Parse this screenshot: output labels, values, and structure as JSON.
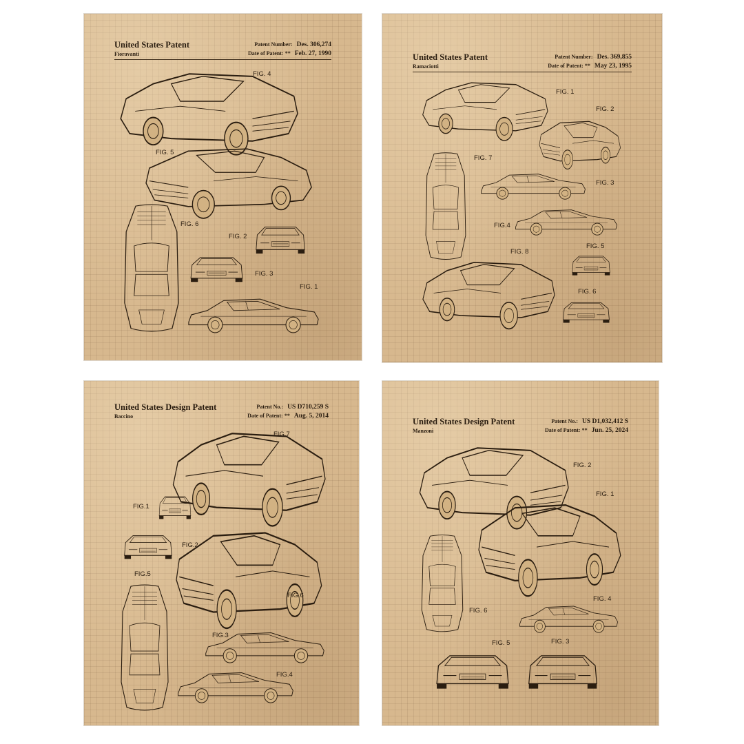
{
  "posters": [
    {
      "title": "United States Patent",
      "inventor": "Fioravanti",
      "number_label": "Patent Number:",
      "number": "Des. 306,274",
      "date_label": "Date of Patent:",
      "date_marker": "**",
      "date": "Feb. 27, 1990",
      "figs": [
        "FIG. 4",
        "FIG. 5",
        "FIG. 6",
        "FIG. 2",
        "FIG. 3",
        "FIG. 1"
      ]
    },
    {
      "title": "United States Patent",
      "inventor": "Ramaciotti",
      "number_label": "Patent Number:",
      "number": "Des. 369,855",
      "date_label": "Date of Patent:",
      "date_marker": "**",
      "date": "May 23, 1995",
      "figs": [
        "FIG. 1",
        "FIG. 2",
        "FIG. 7",
        "FIG. 3",
        "FIG.4",
        "FIG. 8",
        "FIG. 5",
        "FIG. 6"
      ]
    },
    {
      "title": "United States Design Patent",
      "inventor": "Baccino",
      "number_label": "Patent No.:",
      "number": "US D710,259 S",
      "date_label": "Date of Patent:",
      "date_marker": "**",
      "date": "Aug. 5, 2014",
      "figs": [
        "FIG.7",
        "FIG.1",
        "FIG.2",
        "FIG.5",
        "FIG.6",
        "FIG.3",
        "FIG.4"
      ]
    },
    {
      "title": "United States Design Patent",
      "inventor": "Manzoni",
      "number_label": "Patent No.:",
      "number": "US D1,032,412 S",
      "date_label": "Date of Patent:",
      "date_marker": "**",
      "date": "Jun. 25, 2024",
      "figs": [
        "FIG. 2",
        "FIG. 1",
        "FIG. 6",
        "FIG. 4",
        "FIG. 5",
        "FIG. 3"
      ]
    }
  ],
  "colors": {
    "paper": "#d7b88e",
    "ink": "#2a1d10"
  }
}
